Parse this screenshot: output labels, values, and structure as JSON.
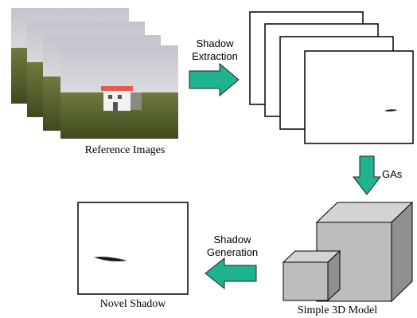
{
  "labels": {
    "shadow_extraction_line1": "Shadow",
    "shadow_extraction_line2": "Extraction",
    "reference_images": "Reference Images",
    "gas": "GAs",
    "shadow_generation_line1": "Shadow",
    "shadow_generation_line2": "Generation",
    "novel_shadow": "Novel Shadow",
    "simple_3d_model": "Simple 3D Model"
  },
  "colors": {
    "arrow_fill": "#1fb38f",
    "cube_face": "#bdbdbd",
    "cube_top": "#d4d4d4",
    "cube_side": "#8f8f8f",
    "shadow": "#1a1a1a",
    "sky": "#dcdce2",
    "grass": "#4f5a2a"
  },
  "icons": {
    "arrow_icon": "right-arrow",
    "down_arrow_icon": "down-arrow",
    "left_arrow_icon": "left-arrow"
  }
}
